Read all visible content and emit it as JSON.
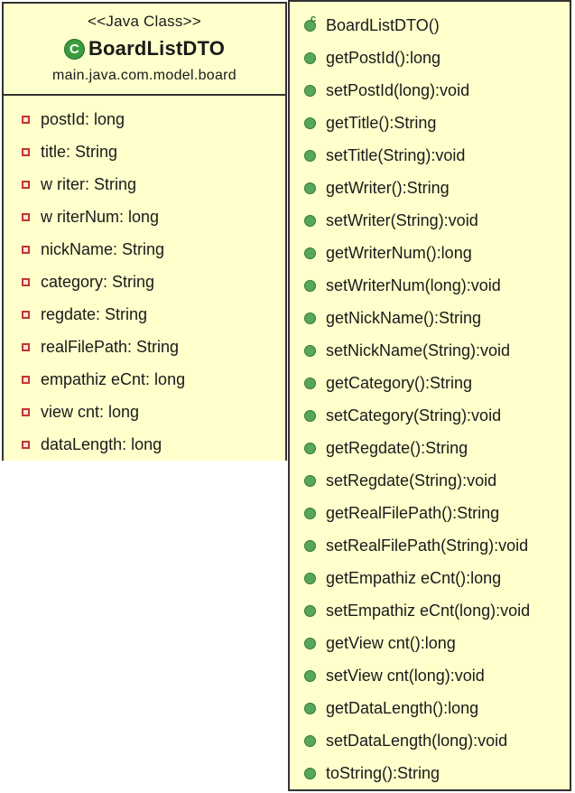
{
  "class_box": {
    "stereotype": "<<Java Class>>",
    "icon": "class-icon",
    "icon_letter": "C",
    "name": "BoardListDTO",
    "package": "main.java.com.model.board"
  },
  "attributes": [
    {
      "icon": "private-field-icon",
      "text": "postId: long"
    },
    {
      "icon": "private-field-icon",
      "text": "title: String"
    },
    {
      "icon": "private-field-icon",
      "text": "w riter: String"
    },
    {
      "icon": "private-field-icon",
      "text": "w riterNum: long"
    },
    {
      "icon": "private-field-icon",
      "text": "nickName: String"
    },
    {
      "icon": "private-field-icon",
      "text": "category: String"
    },
    {
      "icon": "private-field-icon",
      "text": "regdate: String"
    },
    {
      "icon": "private-field-icon",
      "text": "realFilePath: String"
    },
    {
      "icon": "private-field-icon",
      "text": "empathiz eCnt: long"
    },
    {
      "icon": "private-field-icon",
      "text": "view cnt: long"
    },
    {
      "icon": "private-field-icon",
      "text": "dataLength: long"
    }
  ],
  "operations": [
    {
      "icon": "constructor-icon",
      "marker": "c",
      "text": "BoardListDTO()"
    },
    {
      "icon": "public-method-icon",
      "text": "getPostId():long"
    },
    {
      "icon": "public-method-icon",
      "text": "setPostId(long):void"
    },
    {
      "icon": "public-method-icon",
      "text": "getTitle():String"
    },
    {
      "icon": "public-method-icon",
      "text": "setTitle(String):void"
    },
    {
      "icon": "public-method-icon",
      "text": "getWriter():String"
    },
    {
      "icon": "public-method-icon",
      "text": "setWriter(String):void"
    },
    {
      "icon": "public-method-icon",
      "text": "getWriterNum():long"
    },
    {
      "icon": "public-method-icon",
      "text": "setWriterNum(long):void"
    },
    {
      "icon": "public-method-icon",
      "text": "getNickName():String"
    },
    {
      "icon": "public-method-icon",
      "text": "setNickName(String):void"
    },
    {
      "icon": "public-method-icon",
      "text": "getCategory():String"
    },
    {
      "icon": "public-method-icon",
      "text": "setCategory(String):void"
    },
    {
      "icon": "public-method-icon",
      "text": "getRegdate():String"
    },
    {
      "icon": "public-method-icon",
      "text": "setRegdate(String):void"
    },
    {
      "icon": "public-method-icon",
      "text": "getRealFilePath():String"
    },
    {
      "icon": "public-method-icon",
      "text": "setRealFilePath(String):void"
    },
    {
      "icon": "public-method-icon",
      "text": "getEmpathiz eCnt():long"
    },
    {
      "icon": "public-method-icon",
      "text": "setEmpathiz eCnt(long):void"
    },
    {
      "icon": "public-method-icon",
      "text": "getView cnt():long"
    },
    {
      "icon": "public-method-icon",
      "text": "setView cnt(long):void"
    },
    {
      "icon": "public-method-icon",
      "text": "getDataLength():long"
    },
    {
      "icon": "public-method-icon",
      "text": "setDataLength(long):void"
    },
    {
      "icon": "public-method-icon",
      "text": "toString():String"
    }
  ],
  "colors": {
    "box_fill": "#ffffcc",
    "border": "#333333",
    "public_method": "#58a65b",
    "private_field": "#c0392b",
    "class_icon": "#3b9c3f"
  }
}
